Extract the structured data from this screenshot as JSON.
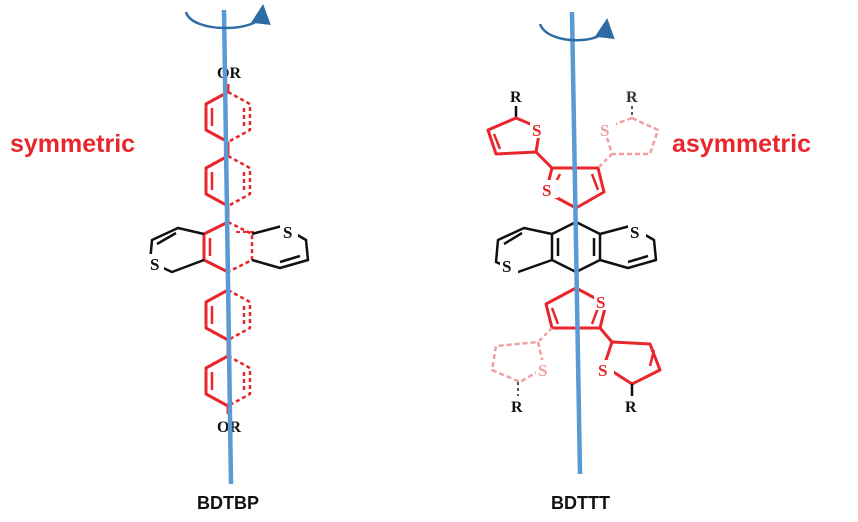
{
  "colors": {
    "structure": "#e8262b",
    "structure_faded": "#f0a0a0",
    "heteroatom": "#111111",
    "axis": "#5b9bd5",
    "rotation_arrow": "#2e6da4",
    "label": "#e8262b"
  },
  "labels": {
    "left_symmetry": "symmetric",
    "right_symmetry": "asymmetric",
    "left_molecule": "BDTBP",
    "right_molecule": "BDTTT"
  },
  "atoms": {
    "alkoxy": "OR",
    "alkyl": "R",
    "sulfur": "S"
  },
  "icons": {
    "rotation": "rotation-arrow-icon",
    "axis": "rotation-axis"
  }
}
